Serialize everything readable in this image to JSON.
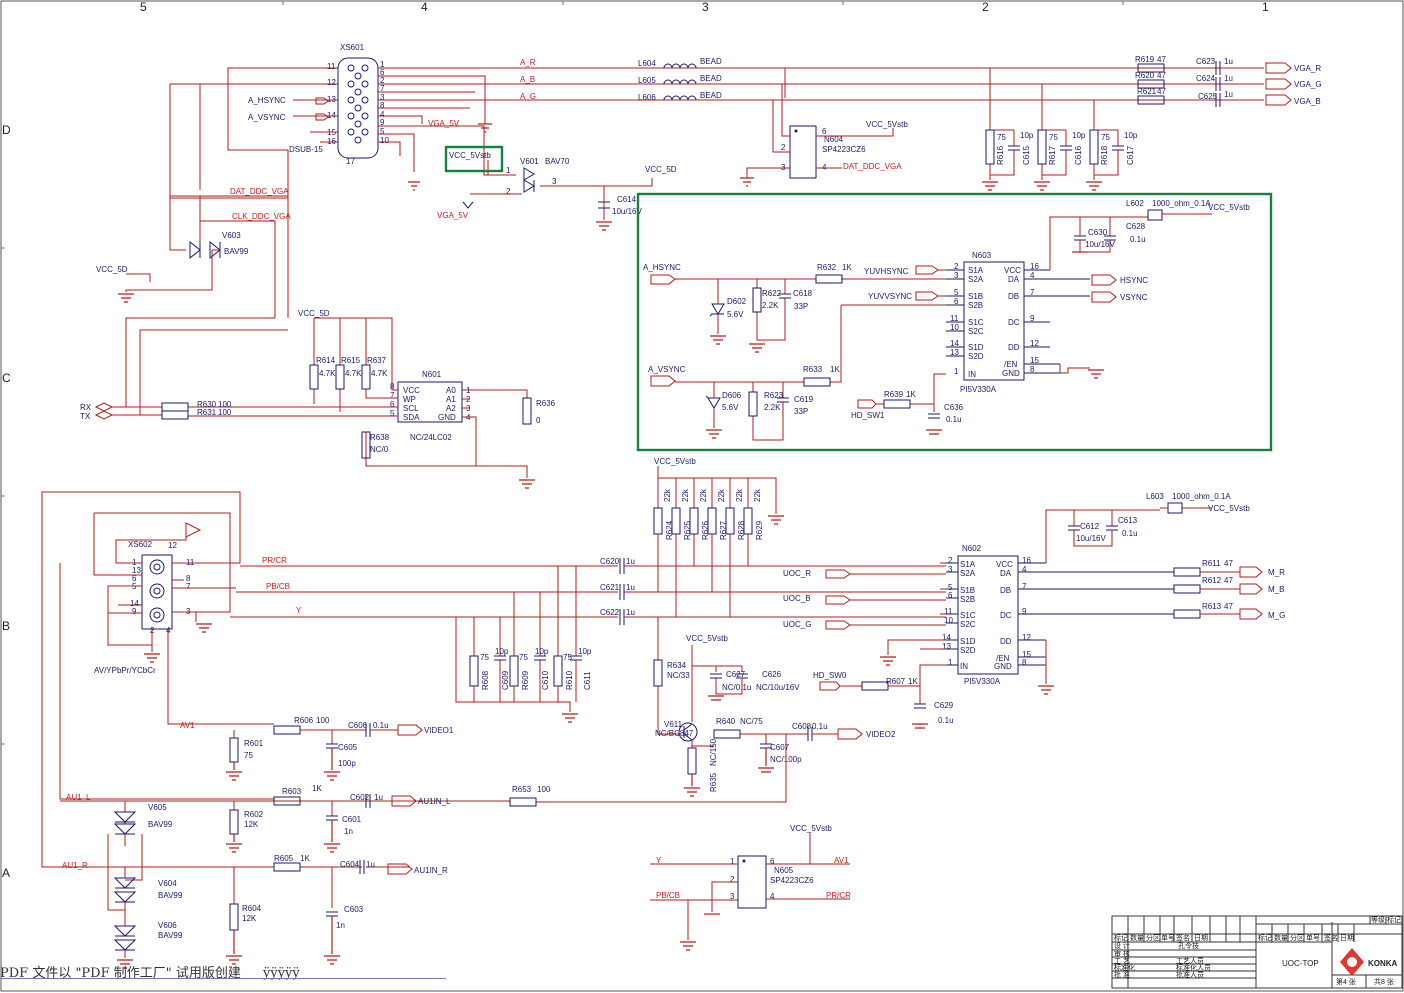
{
  "ruler": {
    "cols": [
      "5",
      "4",
      "3",
      "2",
      "1"
    ],
    "rows": [
      "D",
      "C",
      "B",
      "A"
    ]
  },
  "nets": {
    "A_R": "A_R",
    "A_B": "A_B",
    "A_G": "A_G",
    "VGA_R": "VGA_R",
    "VGA_G": "VGA_G",
    "VGA_B": "VGA_B",
    "VGA_5V": "VGA_5V",
    "VCC_5Vstb": "VCC_5Vstb",
    "VCC_5D": "VCC_5D",
    "DAT_DDC_VGA": "DAT_DDC_VGA",
    "CLK_DDC_VGA": "CLK_DDC_VGA",
    "A_HSYNC": "A_HSYNC",
    "A_VSYNC": "A_VSYNC",
    "YUVHSYNC": "YUVHSYNC",
    "YUVVSYNC": "YUVVSYNC",
    "HSYNC": "HSYNC",
    "VSYNC": "VSYNC",
    "HD_SW1": "HD_SW1",
    "HD_SW0": "HD_SW0",
    "RX": "RX",
    "TX": "TX",
    "PR_CR": "PR/CR",
    "PB_CB": "PB/CB",
    "Y": "Y",
    "UOC_R": "UOC_R",
    "UOC_B": "UOC_B",
    "UOC_G": "UOC_G",
    "M_R": "M_R",
    "M_B": "M_B",
    "M_G": "M_G",
    "AV1": "AV1",
    "AU1_L": "AU1_L",
    "AU1_R": "AU1_R",
    "VIDEO1": "VIDEO1",
    "VIDEO2": "VIDEO2",
    "AU1IN_L": "AU1IN_L",
    "AU1IN_R": "AU1IN_R"
  },
  "parts": {
    "XS601": "XS601",
    "DSUB15": "DSUB-15",
    "L604": "L604",
    "L605": "L605",
    "L606": "L606",
    "BEAD": "BEAD",
    "N604": "N604",
    "N604_type": "SP4223CZ6",
    "V601": "V601",
    "BAV70": "BAV70",
    "C614": "C614",
    "C614_v": "10u/16V",
    "V603": "V603",
    "BAV99": "BAV99",
    "R619": "R619",
    "R620": "R620",
    "R621": "R621",
    "R47": "47",
    "C623": "C623",
    "C624": "C624",
    "C625": "C625",
    "C1u": "1u",
    "R616": "R616",
    "R617": "R617",
    "R618": "R618",
    "R75": "75",
    "C615": "C615",
    "C616": "C616",
    "C617": "C617",
    "C10p": "10p",
    "L602": "L602",
    "L603": "L603",
    "ohm": "1000_ohm_0.1A",
    "C630": "C630",
    "C630_v": "10u/16V",
    "C628": "C628",
    "C01u": "0.1u",
    "N603": "N603",
    "PI5V330A": "PI5V330A",
    "R632": "R632",
    "R633": "R633",
    "R1K": "1K",
    "D602": "D602",
    "D606": "D606",
    "Z56": "5.6V",
    "R622": "R622",
    "R623": "R623",
    "R22K": "2.2K",
    "C618": "C618",
    "C619": "C619",
    "C33P": "33P",
    "R639": "R639",
    "C636": "C636",
    "R614": "R614",
    "R615": "R615",
    "R637": "R637",
    "R47K": "4.7K",
    "N601": "N601",
    "N601_type": "NC/24LC02",
    "R630": "R630",
    "R631": "R631",
    "R100": "100",
    "R636": "R636",
    "R0": "0",
    "R638": "R638",
    "NC0": "NC/0",
    "XS602": "XS602",
    "AVYPbPr": "AV/YPbPr/YCbCr",
    "C620": "C620",
    "C621": "C621",
    "C622": "C622",
    "R624": "R624",
    "R625": "R625",
    "R626": "R626",
    "R627": "R627",
    "R628": "R628",
    "R629": "R629",
    "R22k": "22k",
    "N602": "N602",
    "R611": "R611",
    "R612": "R612",
    "R613": "R613",
    "C612": "C612",
    "C612_v": "10u/16V",
    "C613": "C613",
    "R608": "R608",
    "R609": "R609",
    "R610": "R610",
    "C609": "C609",
    "C610": "C610",
    "C611": "C611",
    "R634": "R634",
    "NC33": "NC/33",
    "C627": "C627",
    "NC01u": "NC/0.1u",
    "C626": "C626",
    "NC10u": "NC/10u/16V",
    "R607": "R607",
    "C629": "C629",
    "V611": "V611",
    "NCBC847": "NC/BC847",
    "R640": "R640",
    "NC75": "NC/75",
    "R635": "R635",
    "NC150": "NC/150",
    "C607": "C607",
    "NC100p": "NC/100p",
    "C608": "C608",
    "R606": "R606",
    "C606": "C606",
    "R601": "R601",
    "C605": "C605",
    "C100p": "100p",
    "R603": "R603",
    "C602": "C602",
    "R602": "R602",
    "R12K": "12K",
    "C601": "C601",
    "C1n": "1n",
    "R653": "R653",
    "V605": "V605",
    "V604": "V604",
    "V606": "V606",
    "R605": "R605",
    "C604": "C604",
    "R604": "R604",
    "C603": "C603",
    "N605": "N605",
    "N605_type": "SP4223CZ6"
  },
  "pins": {
    "n603_left": [
      "S1A",
      "S2A",
      "S1B",
      "S2B",
      "S1C",
      "S2C",
      "S1D",
      "S2D",
      "IN"
    ],
    "n603_right": [
      "VCC",
      "DA",
      "DB",
      "DC",
      "DD",
      "/EN",
      "GND"
    ],
    "n601_left": [
      "VCC",
      "WP",
      "SCL",
      "SDA"
    ],
    "n601_right": [
      "A0",
      "A1",
      "A2",
      "GND"
    ]
  },
  "title_block": {
    "row1": [
      "标记",
      "数量",
      "分区",
      "单号",
      "签名",
      "日期"
    ],
    "rows": [
      "标  记",
      "数  量",
      "分区",
      "单号",
      "签名",
      "日期"
    ],
    "roles": [
      "设  计",
      "审  核",
      "工  艺",
      "标准化",
      "批  准"
    ],
    "names": [
      "孔令技",
      "",
      "工艺人员",
      "标准化人员",
      "批准人员"
    ],
    "mark_hdr": [
      "等级",
      "标记"
    ],
    "drawing": "UOC-TOP",
    "brand": "KONKA",
    "sheet": "第4 张",
    "total": "共8 张"
  },
  "watermark": {
    "text": "PDF 文件以 \"PDF 制作工厂\" 试用版创建",
    "extra": "ÿÿÿÿÿ"
  },
  "highlight_box_label": "VCC_5Vstb"
}
